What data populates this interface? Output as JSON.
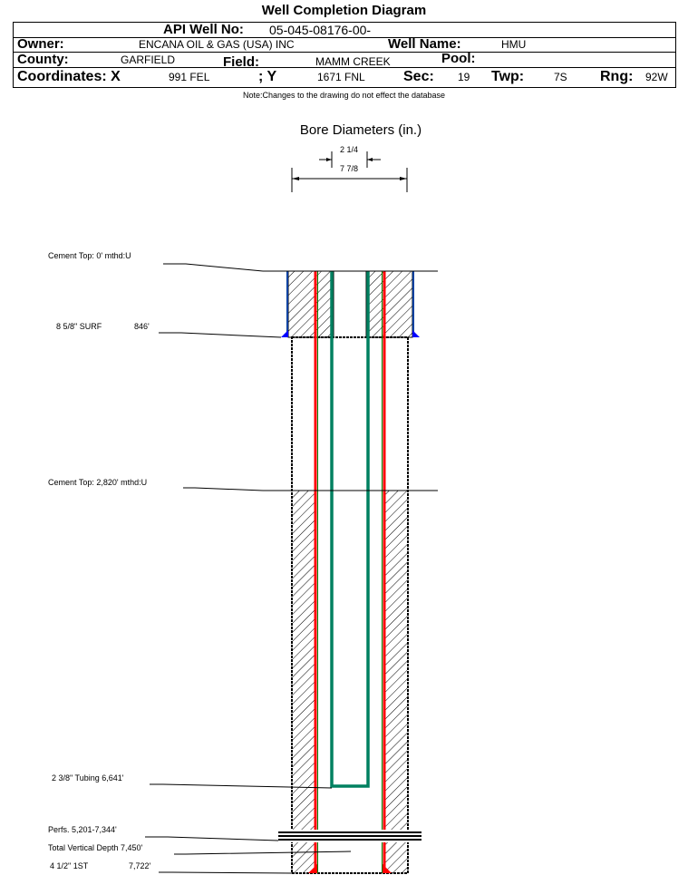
{
  "title": "Well Completion Diagram",
  "header": {
    "api_label": "API Well No:",
    "api_value": "05-045-08176-00-",
    "owner_label": "Owner:",
    "owner_value": "ENCANA OIL & GAS (USA) INC",
    "well_name_label": "Well Name:",
    "well_name_value": "HMU",
    "county_label": "County:",
    "county_value": "GARFIELD",
    "field_label": "Field:",
    "field_value": "MAMM CREEK",
    "pool_label": "Pool:",
    "coord_x_label": "Coordinates: X",
    "coord_x_value": "991 FEL",
    "coord_y_label": "; Y",
    "coord_y_value": "1671 FNL",
    "sec_label": "Sec:",
    "sec_value": "19",
    "twp_label": "Twp:",
    "twp_value": "7S",
    "rng_label": "Rng:",
    "rng_value": "92W"
  },
  "note": "Note:Changes to the drawing do not effect the database",
  "diagram": {
    "bore_title": "Bore Diameters (in.)",
    "inner_diameter": "2 1/4",
    "outer_diameter": "7 7/8",
    "labels": {
      "cement_top_1": "Cement Top: 0' mthd:U",
      "surface_casing": "8 5/8\" SURF",
      "surface_depth": "846'",
      "cement_top_2": "Cement Top: 2,820' mthd:U",
      "tubing": "2 3/8\" Tubing 6,641'",
      "perfs": "Perfs. 5,201-7,344'",
      "tvd": "Total Vertical Depth 7,450'",
      "production_casing": "4 1/2\" 1ST",
      "production_depth": "7,722'"
    },
    "colors": {
      "casing_red": "#ff0000",
      "tubing_green": "#008060",
      "shoe_blue": "#0000ff"
    }
  }
}
